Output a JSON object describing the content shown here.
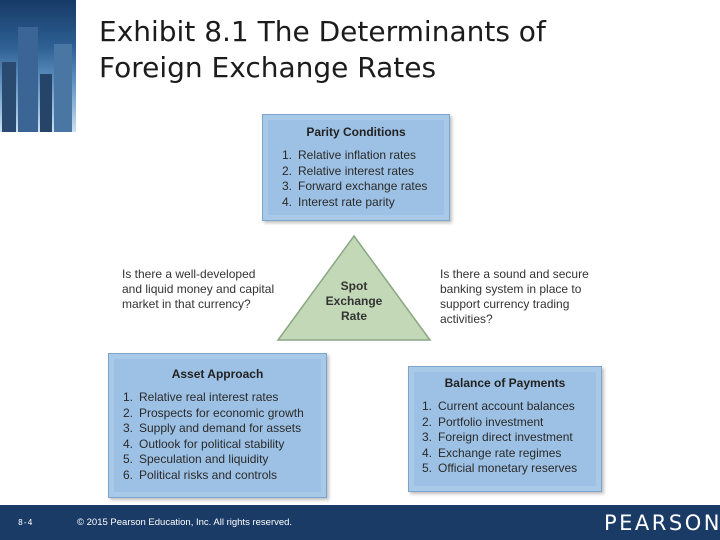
{
  "slide": {
    "title_line1": "Exhibit 8.1  The Determinants of",
    "title_line2": "Foreign Exchange Rates"
  },
  "diagram": {
    "parity": {
      "heading": "Parity Conditions",
      "items": [
        {
          "num": "1.",
          "text": "Relative inflation rates"
        },
        {
          "num": "2.",
          "text": "Relative interest rates"
        },
        {
          "num": "3.",
          "text": "Forward exchange rates"
        },
        {
          "num": "4.",
          "text": "Interest rate parity"
        }
      ]
    },
    "center": {
      "line1": "Spot",
      "line2": "Exchange",
      "line3": "Rate"
    },
    "left_question": {
      "line1": "Is there a well-developed",
      "line2": "and liquid money and capital",
      "line3": "market in that currency?"
    },
    "right_question": {
      "line1": "Is there a sound and secure",
      "line2": "banking system in place to",
      "line3": "support currency trading",
      "line4": "activities?"
    },
    "asset": {
      "heading": "Asset Approach",
      "items": [
        {
          "num": "1.",
          "text": "Relative real interest rates"
        },
        {
          "num": "2.",
          "text": "Prospects for economic growth"
        },
        {
          "num": "3.",
          "text": "Supply and demand for assets"
        },
        {
          "num": "4.",
          "text": "Outlook for political stability"
        },
        {
          "num": "5.",
          "text": "Speculation and liquidity"
        },
        {
          "num": "6.",
          "text": "Political risks and controls"
        }
      ]
    },
    "bop": {
      "heading": "Balance of Payments",
      "items": [
        {
          "num": "1.",
          "text": "Current account balances"
        },
        {
          "num": "2.",
          "text": "Portfolio investment"
        },
        {
          "num": "3.",
          "text": "Foreign direct investment"
        },
        {
          "num": "4.",
          "text": "Exchange rate regimes"
        },
        {
          "num": "5.",
          "text": "Official monetary reserves"
        }
      ]
    }
  },
  "footer": {
    "page_number": "8-4",
    "copyright": "© 2015 Pearson Education, Inc. All rights reserved.",
    "brand": "PEARSON"
  },
  "colors": {
    "box_fill": "#9dc1e4",
    "triangle_fill": "#c2d8b6",
    "footer_bg": "#1a3b66"
  }
}
